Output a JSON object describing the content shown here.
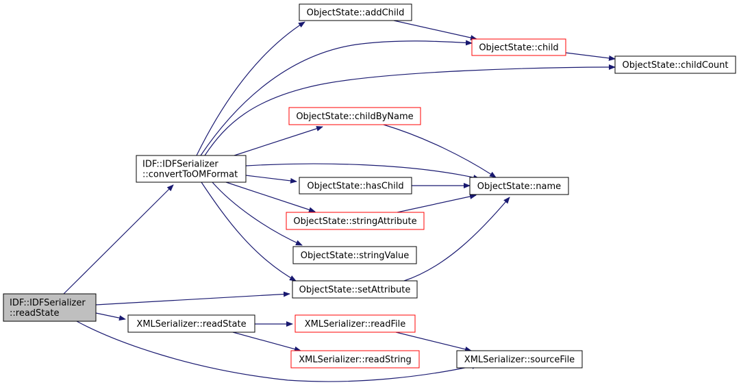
{
  "colors": {
    "edge": "#191970",
    "border_default": "#000000",
    "border_highlight": "#ff0000",
    "fill_default": "#ffffff",
    "fill_root": "#bfbfbf"
  },
  "nodes": {
    "readState_idf": {
      "lines": [
        "IDF::IDFSerializer",
        "::readState"
      ],
      "style": "root"
    },
    "convertToOMFormat": {
      "lines": [
        "IDF::IDFSerializer",
        "::convertToOMFormat"
      ],
      "style": "default"
    },
    "addChild": {
      "lines": [
        "ObjectState::addChild"
      ],
      "style": "default"
    },
    "child": {
      "lines": [
        "ObjectState::child"
      ],
      "style": "highlight"
    },
    "childCount": {
      "lines": [
        "ObjectState::childCount"
      ],
      "style": "default"
    },
    "childByName": {
      "lines": [
        "ObjectState::childByName"
      ],
      "style": "highlight"
    },
    "name": {
      "lines": [
        "ObjectState::name"
      ],
      "style": "default"
    },
    "hasChild": {
      "lines": [
        "ObjectState::hasChild"
      ],
      "style": "default"
    },
    "stringAttribute": {
      "lines": [
        "ObjectState::stringAttribute"
      ],
      "style": "highlight"
    },
    "stringValue": {
      "lines": [
        "ObjectState::stringValue"
      ],
      "style": "default"
    },
    "setAttribute": {
      "lines": [
        "ObjectState::setAttribute"
      ],
      "style": "default"
    },
    "xmlReadState": {
      "lines": [
        "XMLSerializer::readState"
      ],
      "style": "default"
    },
    "readFile": {
      "lines": [
        "XMLSerializer::readFile"
      ],
      "style": "highlight"
    },
    "readString": {
      "lines": [
        "XMLSerializer::readString"
      ],
      "style": "highlight"
    },
    "sourceFile": {
      "lines": [
        "XMLSerializer::sourceFile"
      ],
      "style": "default"
    }
  },
  "edges": [
    {
      "from": "readState_idf",
      "to": "convertToOMFormat"
    },
    {
      "from": "readState_idf",
      "to": "setAttribute"
    },
    {
      "from": "readState_idf",
      "to": "xmlReadState"
    },
    {
      "from": "readState_idf",
      "to": "sourceFile"
    },
    {
      "from": "convertToOMFormat",
      "to": "addChild"
    },
    {
      "from": "convertToOMFormat",
      "to": "child"
    },
    {
      "from": "convertToOMFormat",
      "to": "childCount"
    },
    {
      "from": "convertToOMFormat",
      "to": "childByName"
    },
    {
      "from": "convertToOMFormat",
      "to": "name"
    },
    {
      "from": "convertToOMFormat",
      "to": "hasChild"
    },
    {
      "from": "convertToOMFormat",
      "to": "stringAttribute"
    },
    {
      "from": "convertToOMFormat",
      "to": "stringValue"
    },
    {
      "from": "convertToOMFormat",
      "to": "setAttribute"
    },
    {
      "from": "addChild",
      "to": "child"
    },
    {
      "from": "child",
      "to": "childCount"
    },
    {
      "from": "childByName",
      "to": "name"
    },
    {
      "from": "hasChild",
      "to": "name"
    },
    {
      "from": "stringAttribute",
      "to": "name"
    },
    {
      "from": "setAttribute",
      "to": "name"
    },
    {
      "from": "xmlReadState",
      "to": "readFile"
    },
    {
      "from": "xmlReadState",
      "to": "readString"
    },
    {
      "from": "readFile",
      "to": "sourceFile"
    }
  ]
}
